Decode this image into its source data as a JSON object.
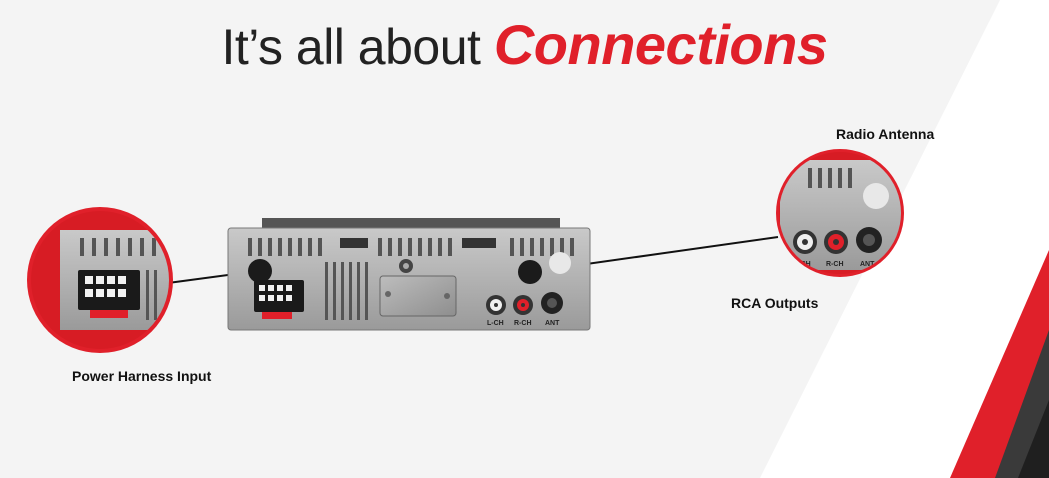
{
  "headline": {
    "prefix": "It’s all about",
    "accent": "Connections"
  },
  "labels": {
    "power": "Power Harness Input",
    "rca": "RCA Outputs",
    "antenna": "Radio Antenna"
  },
  "port_labels": {
    "left": "L-CH",
    "right": "R-CH",
    "antenna": "ANT"
  },
  "colors": {
    "accent": "#e0202a",
    "dark": "#2a2a2a",
    "background": "#f4f4f4"
  },
  "icons": [
    "power-connector-icon",
    "rca-jack-icon",
    "antenna-jack-icon"
  ]
}
